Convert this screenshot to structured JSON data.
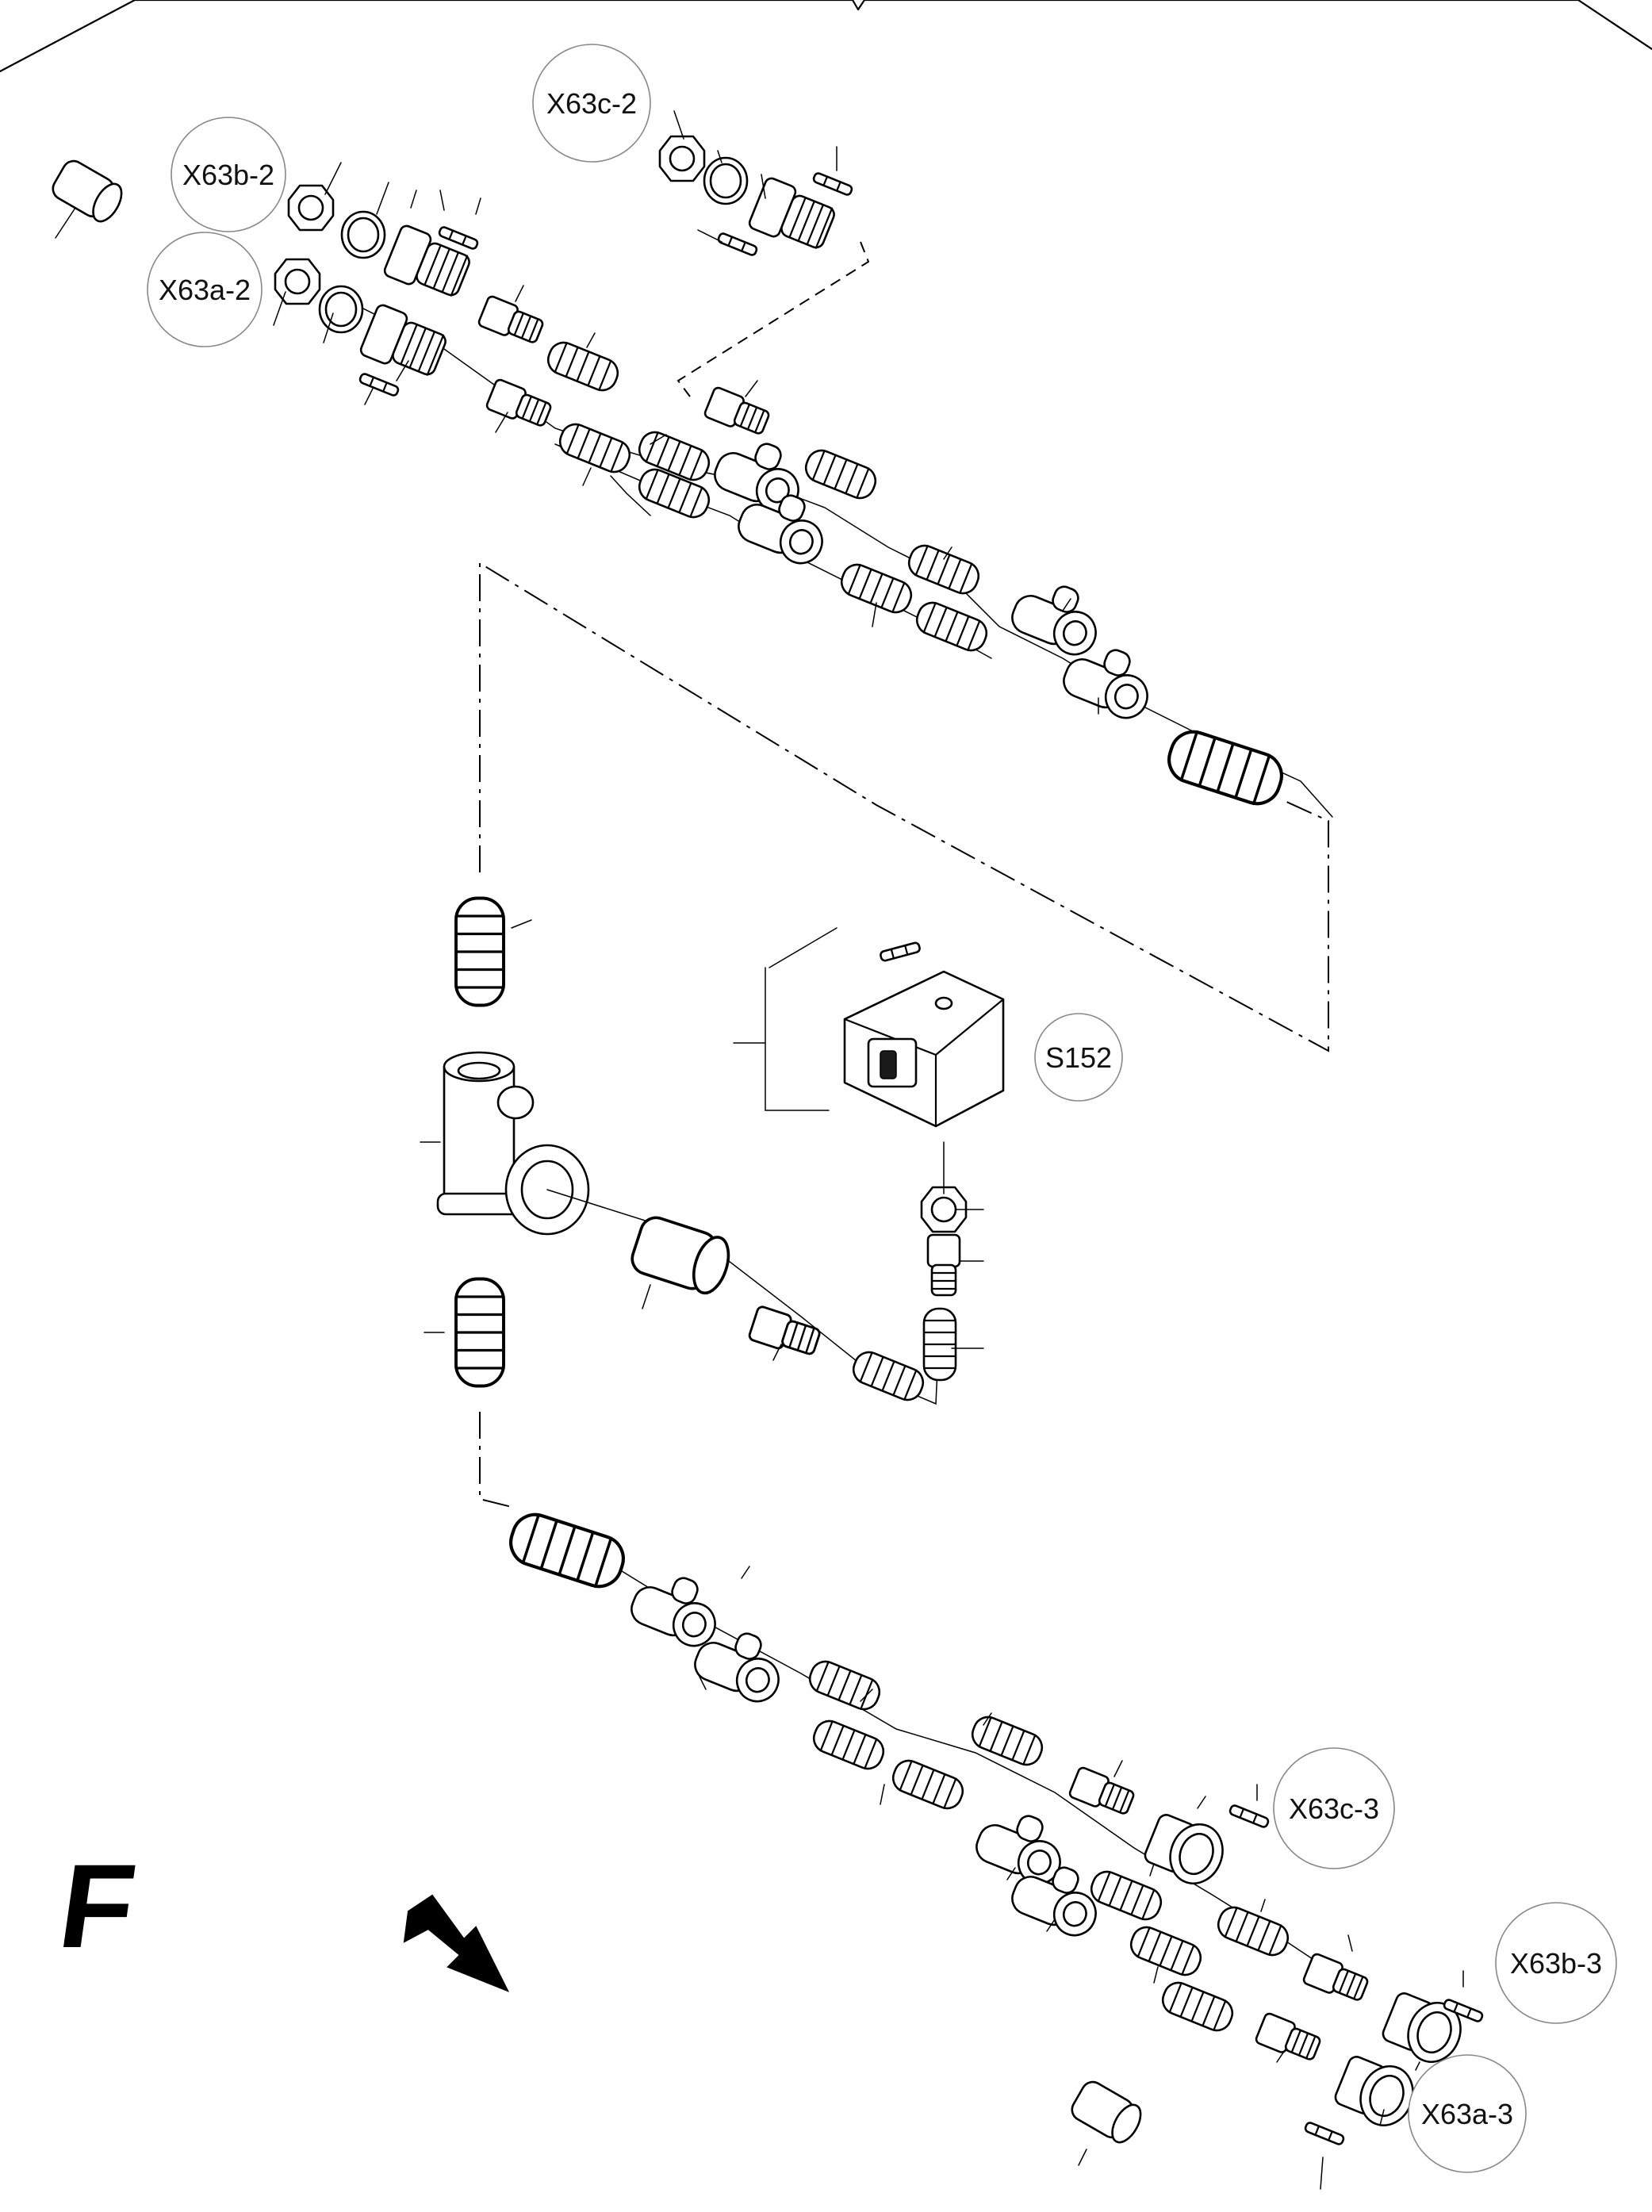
{
  "labels": {
    "x63c_2": "X63c-2",
    "x63b_2": "X63b-2",
    "x63a_2": "X63a-2",
    "s152": "S152",
    "x63c_3": "X63c-3",
    "x63b_3": "X63b-3",
    "x63a_3": "X63a-3"
  },
  "direction_marker": {
    "letter": "F",
    "icon": "arrow-down-right-icon"
  }
}
